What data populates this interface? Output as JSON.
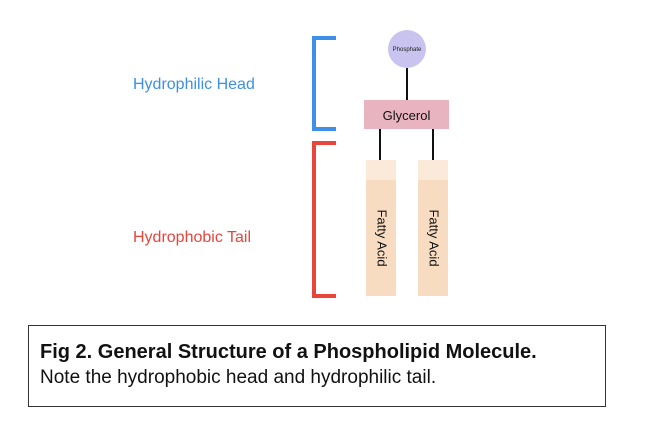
{
  "labels": {
    "head": "Hydrophilic Head",
    "tail": "Hydrophobic Tail",
    "phosphate": "Phosphate",
    "glycerol": "Glycerol",
    "fatty_acid_1": "Fatty Acid",
    "fatty_acid_2": "Fatty Acid"
  },
  "caption": {
    "title": "Fig 2. General Structure of a Phospholipid Molecule.",
    "note": "Note the hydrophobic head and hydrophilic tail."
  },
  "colors": {
    "head_bracket": "#3d8fe8",
    "tail_bracket": "#e8453c",
    "phosphate_fill": "#c8c4ef",
    "glycerol_fill": "#e8b4c0",
    "fatty_acid_fill": "#f8dcc2",
    "fatty_acid_cap": "#fbe9da"
  }
}
